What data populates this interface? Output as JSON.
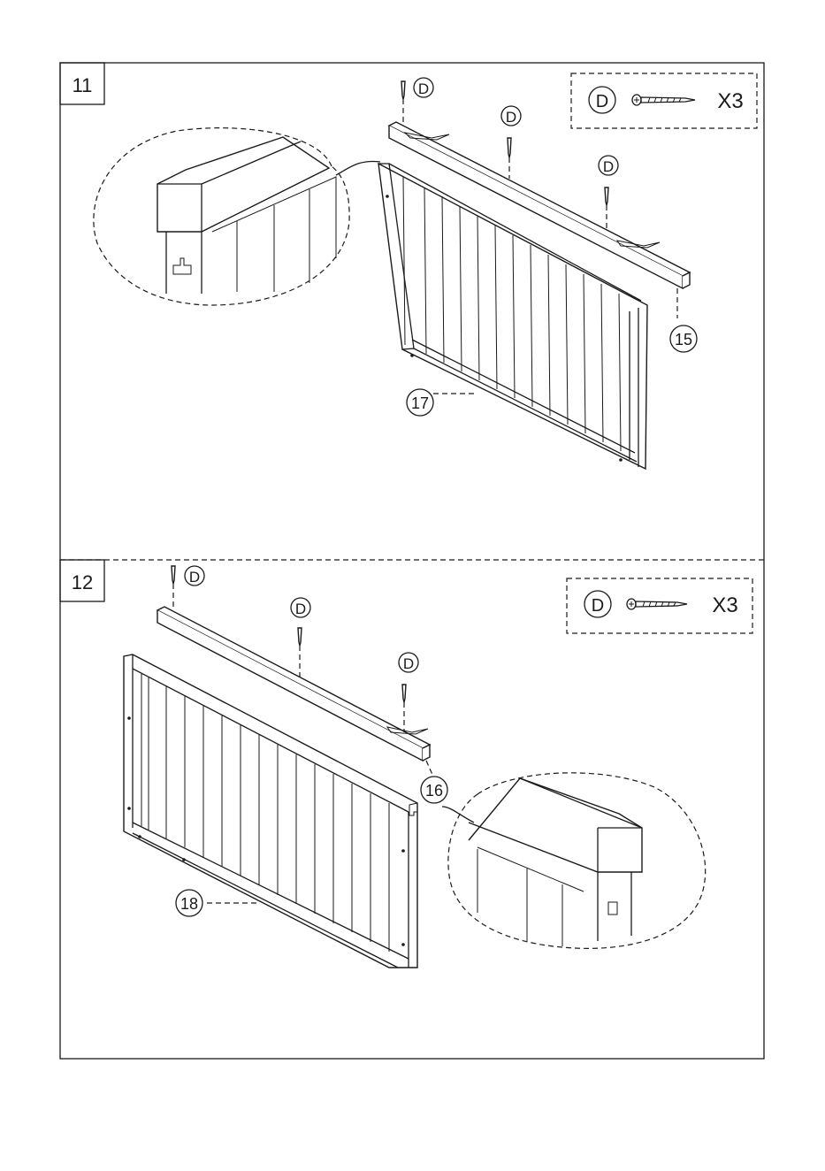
{
  "steps": [
    {
      "number": "11",
      "legend": {
        "part": "D",
        "quantity": "X3"
      },
      "callouts": {
        "screw_1": "D",
        "screw_2": "D",
        "screw_3": "D",
        "rail": "15",
        "panel": "17"
      }
    },
    {
      "number": "12",
      "legend": {
        "part": "D",
        "quantity": "X3"
      },
      "callouts": {
        "screw_1": "D",
        "screw_2": "D",
        "screw_3": "D",
        "rail": "16",
        "panel": "18"
      }
    }
  ]
}
